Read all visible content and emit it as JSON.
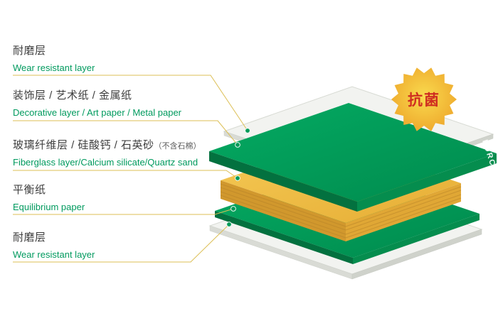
{
  "labels": [
    {
      "zh": "耐磨层",
      "en": "Wear resistant layer"
    },
    {
      "zh": "装饰层 / 艺术纸 / 金属纸",
      "en": "Decorative layer / Art paper / Metal paper"
    },
    {
      "zh": "玻璃纤维层 / 硅酸钙 / 石英砂",
      "zh_note": "（不含石棉）",
      "en": "Fiberglass layer/Calcium silicate/Quartz sand"
    },
    {
      "zh": "平衡纸",
      "en": "Equilibrium paper"
    },
    {
      "zh": "耐磨层",
      "en": "Wear resistant layer"
    }
  ],
  "badge": {
    "text": "抗菌"
  },
  "brand": {
    "text": "FORCA"
  },
  "layers": [
    {
      "name": "wear-resistant-top",
      "color": "#f2f3f0"
    },
    {
      "name": "decorative-layer",
      "color": "#009a57"
    },
    {
      "name": "fiberglass-core",
      "color": "#eebd45"
    },
    {
      "name": "equilibrium-paper",
      "color": "#009a57"
    },
    {
      "name": "wear-resistant-bottom",
      "color": "#f2f3f0"
    }
  ],
  "colors": {
    "accent_green": "#009a5e",
    "connector_gold": "#dcbf55",
    "badge_fill": "#f3b52e",
    "badge_text": "#cf2e21",
    "text_dark": "#3e3e3e"
  }
}
